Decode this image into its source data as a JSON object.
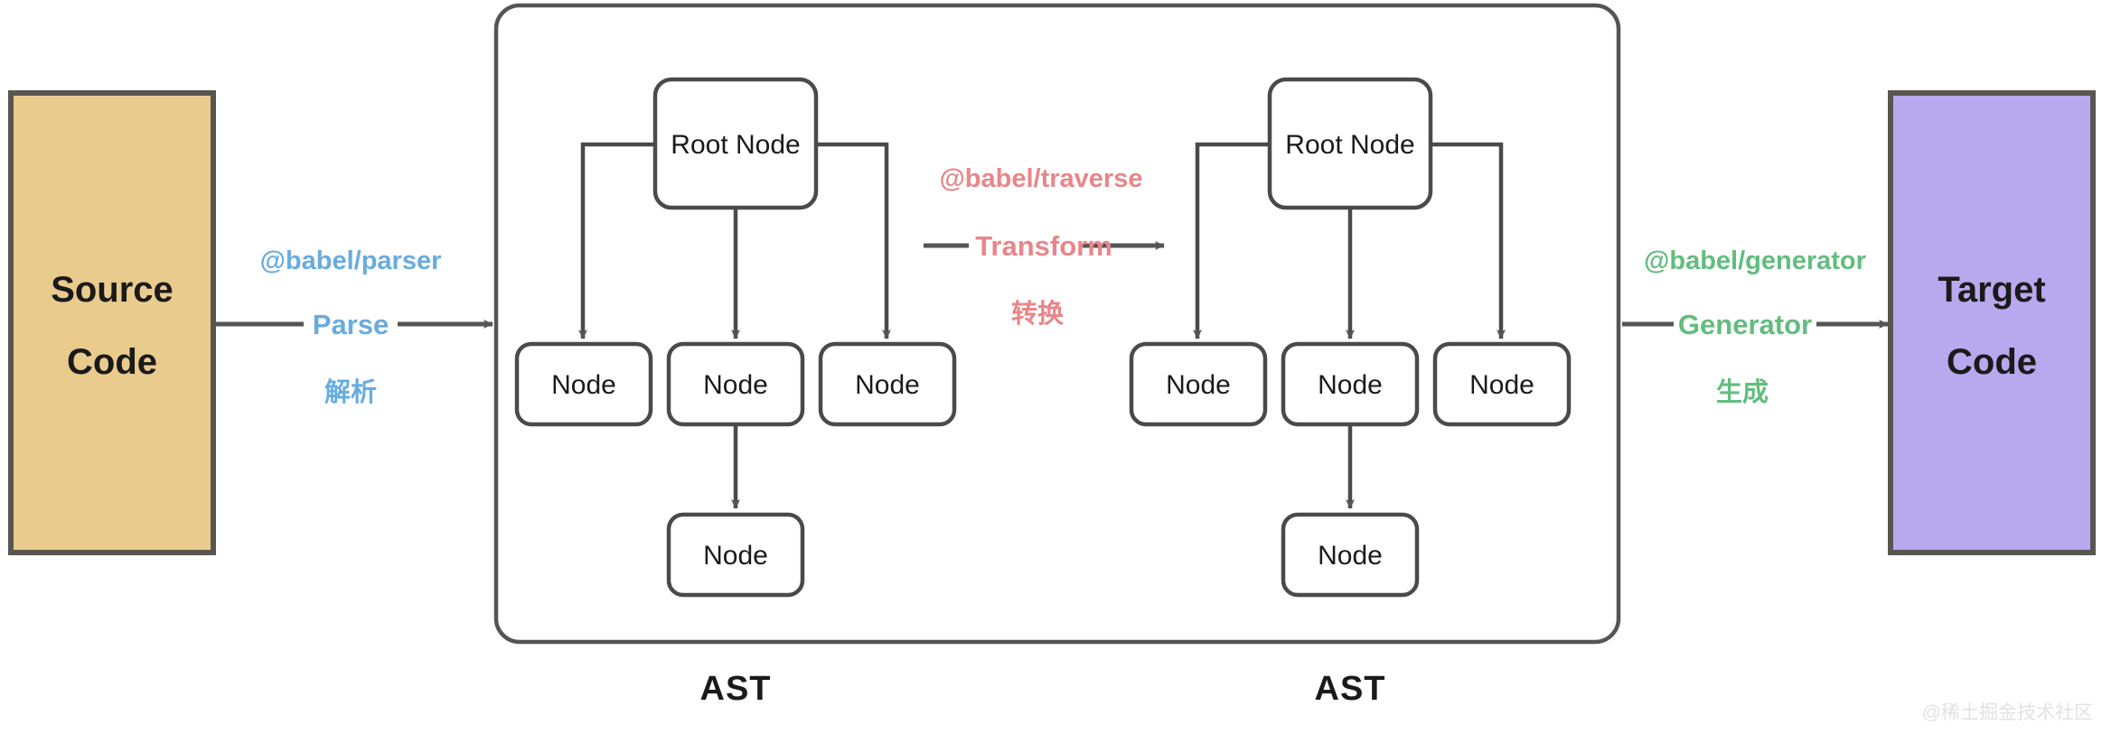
{
  "diagram": {
    "title": "Babel compilation pipeline",
    "watermark": "@稀土掘金技术社区",
    "colors": {
      "source_fill": "#e9cb8e",
      "target_fill": "#b8a8ee",
      "box_stroke": "#59564f",
      "node_stroke": "#4a4a4a",
      "line": "#555555",
      "parse_blue": "#68acdf",
      "transform_red": "#e8868a",
      "generator_green": "#62bd7f",
      "text_dark": "#1a1a1a",
      "background": "#ffffff"
    },
    "source_box": {
      "line1": "Source",
      "line2": "Code"
    },
    "target_box": {
      "line1": "Target",
      "line2": "Code"
    },
    "edges": [
      {
        "id": "parse",
        "package": "@babel/parser",
        "verb": "Parse",
        "chinese": "解析",
        "color": "#68acdf"
      },
      {
        "id": "transform",
        "package": "@babel/traverse",
        "verb": "Transform",
        "chinese": "转换",
        "color": "#e8868a"
      },
      {
        "id": "generator",
        "package": "@babel/generator",
        "verb": "Generator",
        "chinese": "生成",
        "color": "#62bd7f"
      }
    ],
    "ast_left": {
      "caption": "AST",
      "root": "Root Node",
      "children": [
        "Node",
        "Node",
        "Node"
      ],
      "grandchild": "Node"
    },
    "ast_right": {
      "caption": "AST",
      "root": "Root Node",
      "children": [
        "Node",
        "Node",
        "Node"
      ],
      "grandchild": "Node"
    }
  }
}
